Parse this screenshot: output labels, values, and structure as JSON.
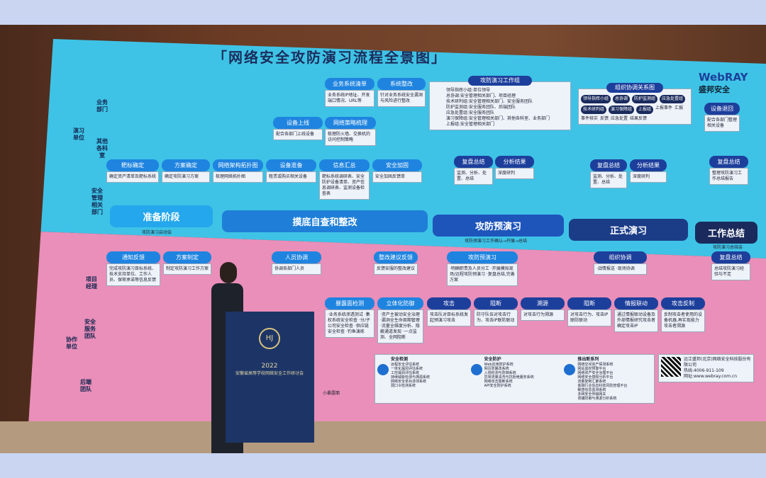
{
  "title": "「网络安全攻防演习流程全景图」",
  "logo": {
    "brand": "WebRAY",
    "name": "盛邦安全"
  },
  "lanes": {
    "drill_unit": "演习单位",
    "business": "业务部门",
    "other": "其他各科室",
    "security_mgmt": "安全管理相关部门",
    "coop_unit": "协作单位",
    "pm": "项目经理",
    "service_team": "安全服务团队",
    "backend": "后端团队"
  },
  "phases": [
    "准备阶段",
    "摸底自查和整改",
    "攻防预演习",
    "正式演习",
    "工作总结"
  ],
  "phase_notes": [
    "攻防演习启动会",
    "攻防预演习工作确认→开展→总结",
    "攻防演习总结会"
  ],
  "cyan_steps": [
    {
      "label": "靶标确定",
      "text": "确定资产清单及靶标系统"
    },
    {
      "label": "方案确定",
      "text": "确定攻防演习方案"
    },
    {
      "label": "网络架构拓扑图",
      "text": "梳理网络拓扑图"
    },
    {
      "label": "设备准备",
      "text": "租赁或购买相关设备"
    },
    {
      "label": "信息汇总",
      "text": "靶标系统调研表、安全防护设备清单、资产信息调研表、监测设备检查表"
    },
    {
      "label": "安全加固",
      "text": "安全加固反馈单"
    },
    {
      "label": "设备上线",
      "text": "配合各部门上线设备"
    },
    {
      "label": "网络策略梳理",
      "text": "梳理防火墙、交换机的访问控制策略"
    },
    {
      "label": "业务系统清单",
      "text": "业务系统IP地址、开发端口情况、URL等"
    },
    {
      "label": "系统整改",
      "text": "针对业务系统安全漏洞与风险进行整改"
    },
    {
      "label": "复盘总结",
      "text": "监测、分析、处置、总结"
    },
    {
      "label": "分析结果",
      "text": "深度研判"
    },
    {
      "label": "复盘总结",
      "text": "监测、分析、处置、总结"
    },
    {
      "label": "分析结果",
      "text": "深度研判"
    },
    {
      "label": "设备退回",
      "text": "配合各部门整理相关设备"
    },
    {
      "label": "复盘总结",
      "text": "整理攻防演习工作总结报告"
    }
  ],
  "workgroup": {
    "label": "攻防演习工作组",
    "lines": [
      "领导指挥小组:单位领导",
      "总协调:安全管理相关部门、项目经理",
      "技术研判组:安全管理相关部门、安全服务团队",
      "防护监测组:安全服务团队、后端团队",
      "应急处置组:安全服务团队",
      "演习保障组:安全管理相关部门、其他各科室、业务部门",
      "上报组:安全管理相关部门"
    ]
  },
  "org": {
    "label": "组织协调关系图",
    "nodes": [
      "领导指挥小组",
      "总协调",
      "防护监测组",
      "应急处置组",
      "技术研判组",
      "演习保障组",
      "上报组"
    ],
    "edges": [
      "上报事件",
      "汇报",
      "事件核实",
      "反馈",
      "应急处置",
      "结果反馈"
    ]
  },
  "pink_steps": [
    {
      "label": "通知反馈",
      "text": "完成攻防演习目标系统、技术支持单位、工作人员、保密承诺等信息反馈"
    },
    {
      "label": "方案制定",
      "text": "制定攻防演习工作方案"
    },
    {
      "label": "人员协调",
      "text": "协调各部门人员"
    },
    {
      "label": "整改建议反馈",
      "text": "反馈安服的整改建议"
    },
    {
      "label": "暴露面检测",
      "text": "·业务系统渗透测试 ·集权系统安全检查 ·分/子公司安全检查 ·供应链安全检查 ·钓鱼演练"
    },
    {
      "label": "立体化防御",
      "text": "·资产主被动安全治理 ·漏洞全生命周期管理 ·流量全维度分析、隐蔽通道发现 ·一点监测、全网阻断"
    },
    {
      "label": "攻防预演习",
      "text": "·明确职责及人员分工 ·开展模拟现场/远程攻防预演习 ·复盘总结,完善方案"
    },
    {
      "label": "组织协调",
      "text": "·战情报送 ·现场协调"
    },
    {
      "label": "复盘总结",
      "text": "总结攻防演习经验与不足"
    },
    {
      "label": "攻击",
      "text": "攻击队对目标系统发起预演习攻击"
    },
    {
      "label": "阻断",
      "text": "防守队伍对攻击行为、攻击IP联防联动"
    },
    {
      "label": "溯源",
      "text": "对攻击行为溯源"
    },
    {
      "label": "阻断",
      "text": "对攻击行为、攻击IP联防联动"
    },
    {
      "label": "情报联动",
      "text": "通过情报联动设备及外部情报研究攻击者确定攻击IP"
    },
    {
      "label": "攻击反制",
      "text": "反制攻击者使用的设备机器,再实现能力攻击者溯源"
    }
  ],
  "products": [
    {
      "label": "安全检测",
      "items": [
        "远程安全评估系统",
        "一体化漏洞评估系统",
        "工控漏洞评估系统",
        "持续威胁检测与溯源系统",
        "网络安全单兵渗测系统",
        "弱口令检测系统"
      ]
    },
    {
      "label": "安全防护",
      "items": [
        "Web应用防护系统",
        "网页防篡改系统",
        "入侵检测与防御系统",
        "异常流量清洗与抗拒绝服务系统",
        "网络攻击阻断系统",
        "API安全防护系统"
      ]
    },
    {
      "label": "推出新系列",
      "items": [
        "网络空间资产探测系统",
        "网站监控预警平台",
        "网络资产安全治理平台",
        "网络安全感知分析平台",
        "流量复制汇聚系统",
        "金融行业信息科技风险管理平台",
        "敏感信息监测系统",
        "多网安全传输网关",
        "诱捕防御与溯源分析系统"
      ]
    }
  ],
  "contact": {
    "company": "远江盛邦(北京)网络安全科技股份有限公司",
    "hotline": "热线:4006-911-109",
    "site": "网址:www.webray.com.cn"
  },
  "backend_note": "小暴露面",
  "podium": {
    "year": "2022",
    "text": "安徽省高等学校网络安全工作研讨会"
  },
  "colors": {
    "cyan": "#3ec3e6",
    "pink": "#e98fb9",
    "pill": "#1f84e0",
    "navy": "#1a2a5c"
  }
}
